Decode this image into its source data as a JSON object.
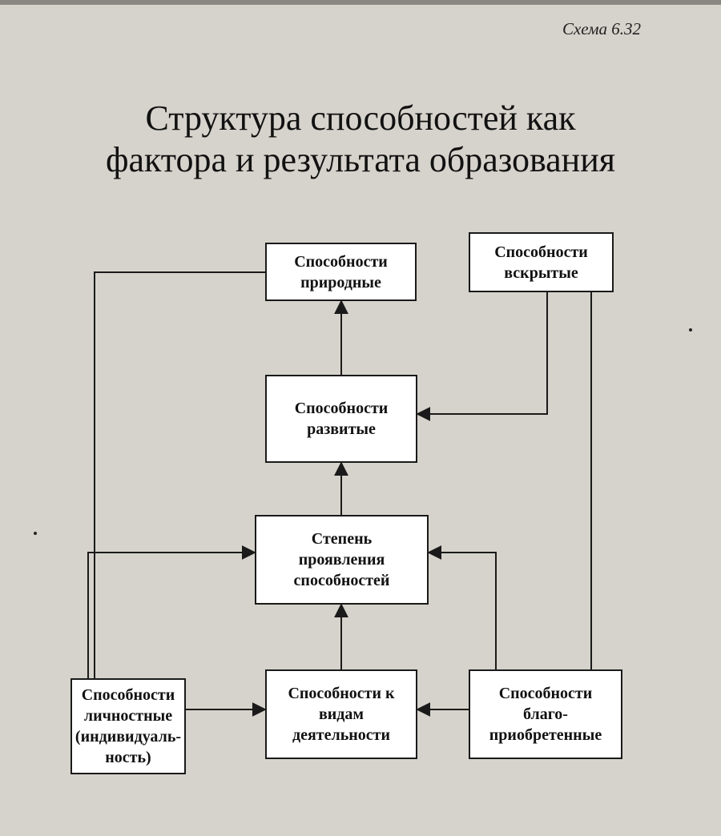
{
  "scheme_label": "Схема 6.32",
  "title_lines": [
    "Структура способностей как",
    "фактора и результата образования"
  ],
  "boxes": {
    "natural": [
      "Способности",
      "природные"
    ],
    "revealed": [
      "Способности",
      "вскрытые"
    ],
    "developed": [
      "Способности",
      "развитые"
    ],
    "degree": [
      "Степень",
      "проявления",
      "способностей"
    ],
    "personal": [
      "Способности",
      "личностные",
      "(индивидуаль-",
      "ность)"
    ],
    "activities": [
      "Способности к",
      "видам",
      "деятельности"
    ],
    "acquired": [
      "Способности",
      "благо-",
      "приобретенные"
    ]
  },
  "colors": {
    "line": "#1a1a1a",
    "box_fill": "#ffffff",
    "paper": "#d6d3cc"
  }
}
